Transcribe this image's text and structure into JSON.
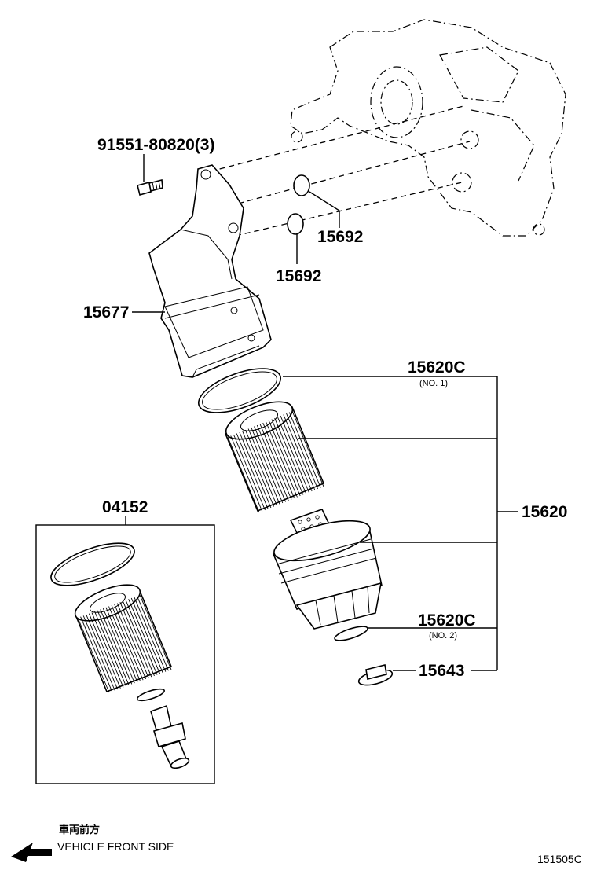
{
  "parts": {
    "bolt": {
      "number": "91551-80820(3)"
    },
    "oring_upper": {
      "number": "15692"
    },
    "oring_lower": {
      "number": "15692"
    },
    "bracket": {
      "number": "15677"
    },
    "gasket_no1": {
      "number": "15620C",
      "sub": "(NO. 1)"
    },
    "filter_assy": {
      "number": "15620"
    },
    "gasket_no2": {
      "number": "15620C",
      "sub": "(NO. 2)"
    },
    "drain_plug": {
      "number": "15643"
    },
    "element_kit": {
      "number": "04152"
    }
  },
  "front_indicator": {
    "japanese": "車両前方",
    "english": "VEHICLE FRONT SIDE"
  },
  "drawing_code": "151505C"
}
